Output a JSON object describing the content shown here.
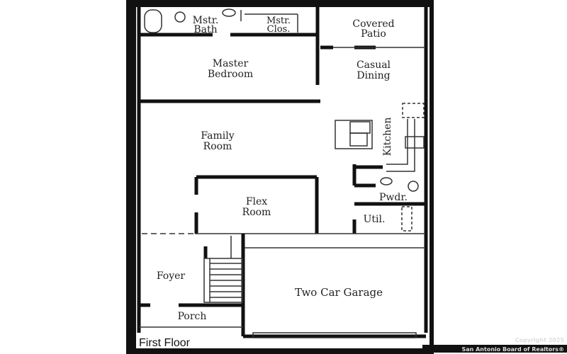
{
  "plan": {
    "title": "First Floor",
    "rooms": {
      "mstr_bath": [
        "Mstr.",
        "Bath"
      ],
      "mstr_clos": [
        "Mstr.",
        "Clos."
      ],
      "covered_patio": [
        "Covered",
        "Patio"
      ],
      "master_bedroom": [
        "Master",
        "Bedroom"
      ],
      "casual_dining": [
        "Casual",
        "Dining"
      ],
      "family_room": [
        "Family",
        "Room"
      ],
      "kitchen": "Kitchen",
      "flex_room": [
        "Flex",
        "Room"
      ],
      "pwdr": "Pwdr.",
      "util": "Util.",
      "foyer": "Foyer",
      "garage": "Two Car Garage",
      "porch": "Porch"
    }
  },
  "watermark": {
    "line1": "Copyright 2025",
    "line2": "San Antonio Board of Realtors®"
  }
}
